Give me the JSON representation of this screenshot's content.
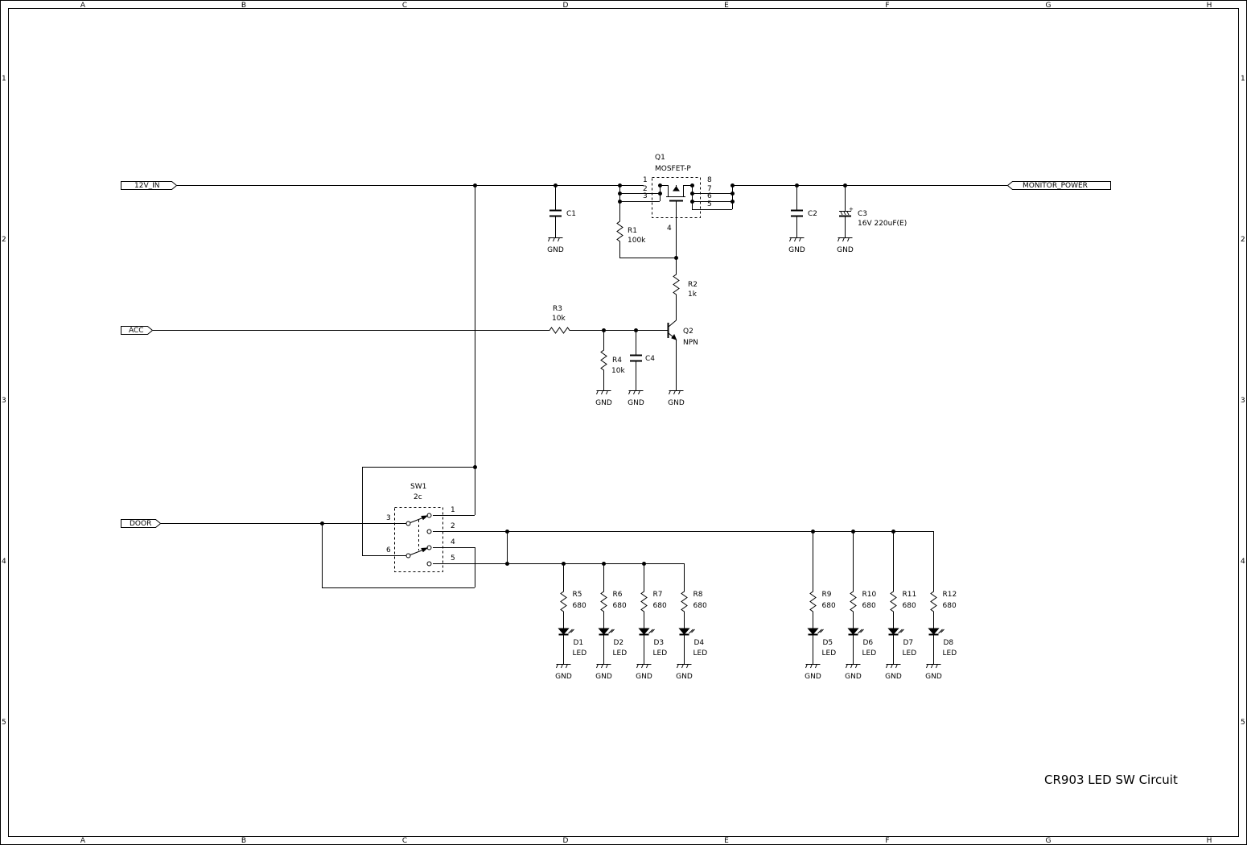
{
  "title": "CR903  LED SW Circuit",
  "frame": {
    "columns": [
      "A",
      "B",
      "C",
      "D",
      "E",
      "F",
      "G",
      "H"
    ],
    "rows": [
      "1",
      "2",
      "3",
      "4",
      "5"
    ]
  },
  "ports": {
    "in_12v": "12V_IN",
    "acc": "ACC",
    "door": "DOOR",
    "monitor_power": "MONITOR_POWER"
  },
  "q1": {
    "ref": "Q1",
    "value": "MOSFET-P",
    "pins": [
      "1",
      "2",
      "3",
      "4",
      "5",
      "6",
      "7",
      "8"
    ]
  },
  "q2": {
    "ref": "Q2",
    "value": "NPN"
  },
  "caps": {
    "c1": {
      "ref": "C1"
    },
    "c2": {
      "ref": "C2"
    },
    "c3": {
      "ref": "C3",
      "value": "16V 220uF(E)"
    },
    "c4": {
      "ref": "C4"
    }
  },
  "resistors": {
    "r1": {
      "ref": "R1",
      "value": "100k"
    },
    "r2": {
      "ref": "R2",
      "value": "1k"
    },
    "r3": {
      "ref": "R3",
      "value": "10k"
    },
    "r4": {
      "ref": "R4",
      "value": "10k"
    }
  },
  "sw1": {
    "ref": "SW1",
    "value": "2c",
    "pins": [
      "1",
      "2",
      "3",
      "4",
      "5",
      "6"
    ]
  },
  "led_channels": [
    {
      "r_ref": "R5",
      "r_value": "680",
      "d_ref": "D1",
      "d_value": "LED"
    },
    {
      "r_ref": "R6",
      "r_value": "680",
      "d_ref": "D2",
      "d_value": "LED"
    },
    {
      "r_ref": "R7",
      "r_value": "680",
      "d_ref": "D3",
      "d_value": "LED"
    },
    {
      "r_ref": "R8",
      "r_value": "680",
      "d_ref": "D4",
      "d_value": "LED"
    },
    {
      "r_ref": "R9",
      "r_value": "680",
      "d_ref": "D5",
      "d_value": "LED"
    },
    {
      "r_ref": "R10",
      "r_value": "680",
      "d_ref": "D6",
      "d_value": "LED"
    },
    {
      "r_ref": "R11",
      "r_value": "680",
      "d_ref": "D7",
      "d_value": "LED"
    },
    {
      "r_ref": "R12",
      "r_value": "680",
      "d_ref": "D8",
      "d_value": "LED"
    }
  ],
  "gnd_label": "GND"
}
